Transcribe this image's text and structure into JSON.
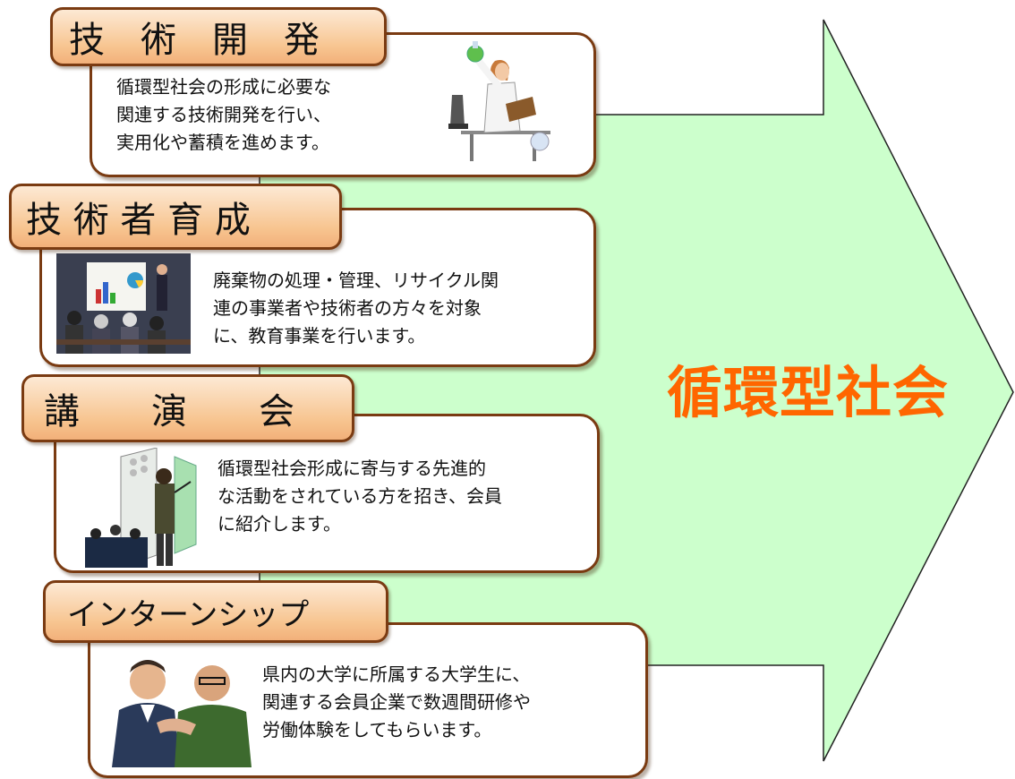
{
  "goal_label": "循環型社会",
  "colors": {
    "arrow_fill": "#ccffcc",
    "goal_text": "#ff6600",
    "border": "#7a3b12",
    "tab_fill": "#f7c48f"
  },
  "items": [
    {
      "title": "技　術　開　発",
      "description": "循環型社会の形成に必要な\n関連する技術開発を行い、\n実用化や蓄積を進めます。",
      "picture": "scientist-illustration"
    },
    {
      "title": "技 術 者 育 成",
      "description": "廃棄物の処理・管理、リサイクル関\n連の事業者や技術者の方々を対象\nに、教育事業を行います。",
      "picture": "seminar-illustration"
    },
    {
      "title": "講　　演　　会",
      "description": "循環型社会形成に寄与する先進的\nな活動をされている方を招き、会員\nに紹介します。",
      "picture": "lecture-illustration"
    },
    {
      "title": "インターンシップ",
      "description": "県内の大学に所属する大学生に、\n関連する会員企業で数週間研修や\n労働体験をしてもらいます。",
      "picture": "handshake-illustration"
    }
  ]
}
